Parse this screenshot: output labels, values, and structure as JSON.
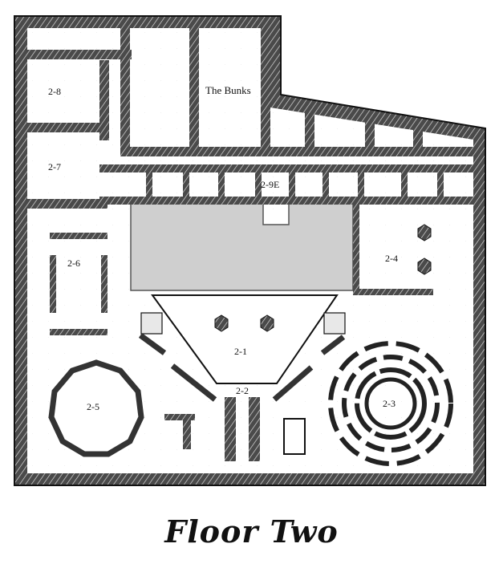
{
  "map": {
    "title": "Floor Two",
    "rooms": {
      "r28": "2-8",
      "r27": "2-7",
      "bunks": "The Bunks",
      "r29e": "2-9E",
      "r26": "2-6",
      "r24": "2-4",
      "r21": "2-1",
      "r22": "2-2",
      "r23": "2-3",
      "r25": "2-5"
    },
    "colors": {
      "wall": "#3a3a3a",
      "floor": "#ffffff",
      "courtyard": "#cfcfcf",
      "ink": "#111111"
    }
  }
}
